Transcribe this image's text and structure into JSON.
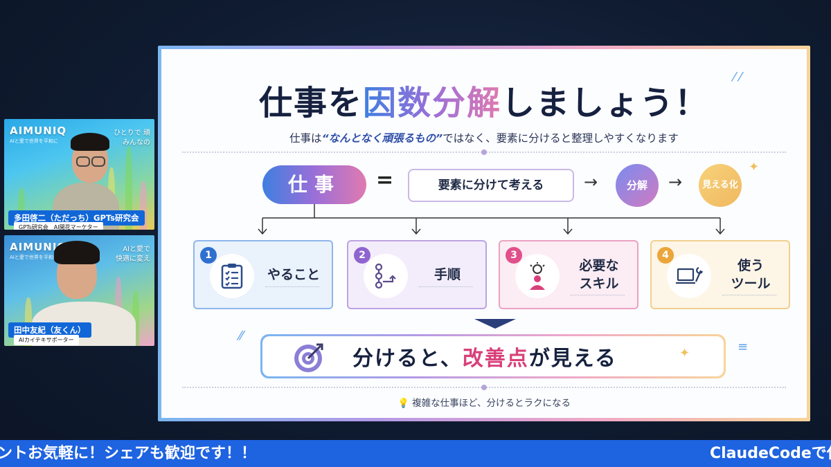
{
  "cams": [
    {
      "logo": "AIMUNIQ",
      "sub": "AIと愛で世界を平和に",
      "tagline": [
        "ひとりで 頑",
        "みんなの"
      ],
      "name": "多田啓二（ただっち）GPTs研究会",
      "role": "GPTs研究会　AI開花マーケター"
    },
    {
      "logo": "AIMUNIQ",
      "sub": "AIと愛で世界を平和に",
      "tagline": [
        "AIと愛で",
        "快適に変え"
      ],
      "name": "田中友紀（友くん）",
      "role": "AIカイテキサポーター"
    }
  ],
  "slide": {
    "title_a": "仕事を",
    "title_b": "因数分解",
    "title_c": "しましょう！",
    "subtitle_a": "仕事は",
    "subtitle_em": "“なんとなく頑張るもの”",
    "subtitle_b": "ではなく、要素に分けると整理しやすくなります",
    "main_pill": "仕事",
    "equals": "=",
    "element_box": "要素に分けて考える",
    "arrow": "→",
    "step1": "分解",
    "step2": "見える化",
    "cards": [
      {
        "num": "1",
        "label": "やること",
        "icon": "clipboard-checklist-icon"
      },
      {
        "num": "2",
        "label": "手順",
        "icon": "flow-steps-icon"
      },
      {
        "num": "3",
        "label": "必要な\nスキル",
        "icon": "lightbulb-person-icon"
      },
      {
        "num": "4",
        "label": "使う\nツール",
        "icon": "laptop-wrench-icon"
      }
    ],
    "result_a": "分けると、",
    "result_hl": "改善点",
    "result_b": "が見える",
    "footer": "複雑な仕事ほど、分けるとラクになる"
  },
  "ticker": {
    "left": "ントお気軽に！シェアも歓迎です！！",
    "right": "ClaudeCodeで仕"
  },
  "colors": {
    "accent_blue": "#1e63e0",
    "highlight_pink": "#d8407a",
    "navy": "#16213f"
  }
}
